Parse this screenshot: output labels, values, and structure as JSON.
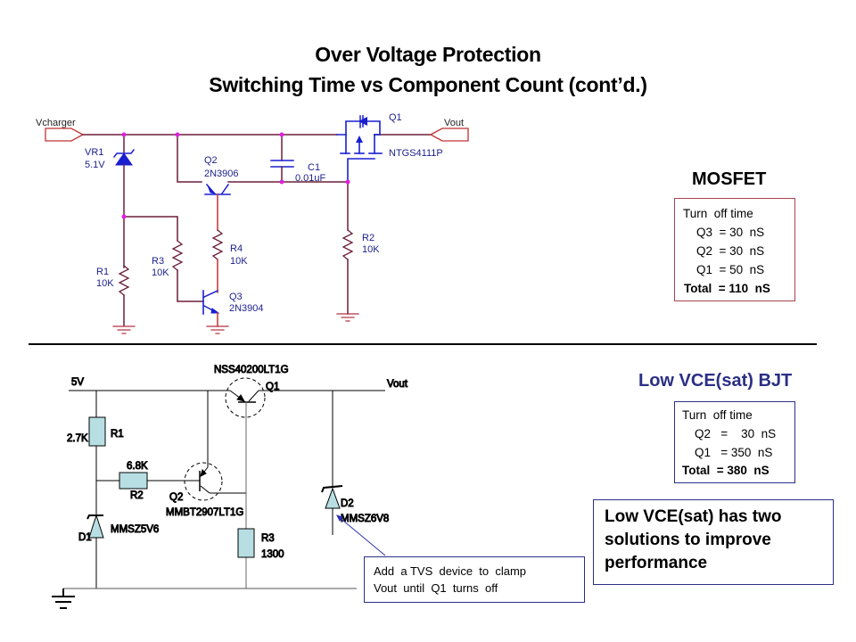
{
  "title": {
    "line1": "Over Voltage Protection",
    "line2": "Switching Time vs Component Count (cont’d.)"
  },
  "mosfet_circuit": {
    "input_port": "Vcharger",
    "output_port": "Vout",
    "components": {
      "vr1": {
        "ref": "VR1",
        "value": "5.1V"
      },
      "q2": {
        "ref": "Q2",
        "value": "2N3906"
      },
      "c1": {
        "ref": "C1",
        "value": "0.01uF"
      },
      "q1": {
        "ref": "Q1",
        "value": "NTGS4111P"
      },
      "r1": {
        "ref": "R1",
        "value": "10K"
      },
      "r3": {
        "ref": "R3",
        "value": "10K"
      },
      "r4": {
        "ref": "R4",
        "value": "10K"
      },
      "r2": {
        "ref": "R2",
        "value": "10K"
      },
      "q3": {
        "ref": "Q3",
        "value": "2N3904"
      }
    }
  },
  "mosfet_panel": {
    "heading": "MOSFET",
    "box_title": "Turn  off time",
    "rows": [
      "Q3  = 30  nS",
      "Q2  = 30  nS",
      "Q1  = 50  nS"
    ],
    "total": "Total  = 110  nS"
  },
  "bjt_circuit": {
    "supply_label": "5V",
    "output_label": "Vout",
    "components": {
      "q1": {
        "ref": "Q1",
        "value": "NSS40200LT1G"
      },
      "q2": {
        "ref": "Q2",
        "value": "MMBT2907LT1G"
      },
      "r1": {
        "ref": "R1",
        "value": "2.7K"
      },
      "r2": {
        "ref": "R2",
        "value": "6.8K"
      },
      "r3": {
        "ref": "R3",
        "value": "1300"
      },
      "d1": {
        "ref": "D1",
        "value": "MMSZ5V6"
      },
      "d2": {
        "ref": "D2",
        "value": "MMSZ6V8"
      }
    }
  },
  "bjt_panel": {
    "heading": "Low VCE(sat) BJT",
    "box_title": "Turn  off time",
    "rows": [
      "Q2   =    30  nS",
      "Q1   = 350  nS"
    ],
    "total": "Total  = 380  nS"
  },
  "callouts": {
    "tvs_note_line1": "Add  a TVS  device  to  clamp",
    "tvs_note_line2": "Vout  until  Q1  turns  off",
    "summary_line1": "Low VCE(sat) has two",
    "summary_line2": "solutions to improve",
    "summary_line3": "performance"
  },
  "colors": {
    "wire_dark": "#6b1f3a",
    "wire_red": "#d42a2a",
    "node_magenta": "#e020e0",
    "component_blue": "#1a1fd0",
    "label_navy": "#1a1f8c",
    "resistor_fill": "#b7dfe3",
    "bjt_heading": "#2b2f86",
    "mosfet_box_border": "#a94450"
  }
}
